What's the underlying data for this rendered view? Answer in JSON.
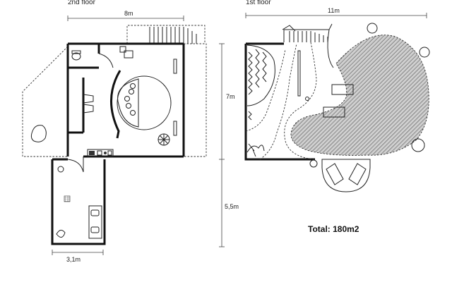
{
  "floors": {
    "second": {
      "title": "2nd floor",
      "width_label": "8m",
      "depth_label": "3,1m"
    },
    "first": {
      "title": "1st floor",
      "width_label": "11m"
    }
  },
  "dimensions": {
    "upper_depth": "7m",
    "lower_depth": "5,5m"
  },
  "total_area": "Total: 180m2",
  "colors": {
    "wall": "#111111",
    "hatch": "#555555"
  }
}
